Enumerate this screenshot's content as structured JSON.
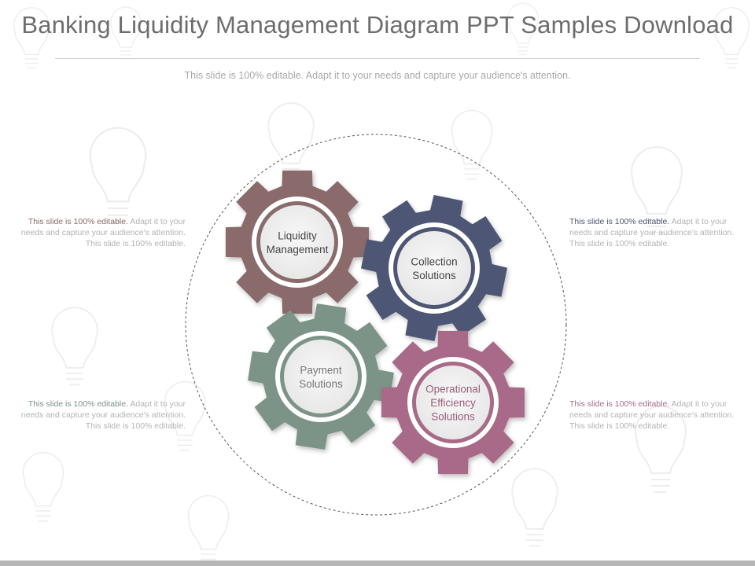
{
  "title": "Banking Liquidity Management Diagram PPT Samples Download",
  "subtitle": "This slide is 100% editable. Adapt it to your needs and capture your audience's attention.",
  "gears": [
    {
      "id": "liquidity-management",
      "lines": [
        "Liquidity",
        "Management"
      ],
      "color": "#8a6b6b",
      "text_color": "#444444"
    },
    {
      "id": "collection-solutions",
      "lines": [
        "Collection",
        "Solutions"
      ],
      "color": "#4e5674",
      "text_color": "#444444"
    },
    {
      "id": "payment-solutions",
      "lines": [
        "Payment",
        "Solutions"
      ],
      "color": "#7c9387",
      "text_color": "#777777"
    },
    {
      "id": "operational-efficiency-solutions",
      "lines": [
        "Operational",
        "Efficiency",
        "Solutions"
      ],
      "color": "#a86a88",
      "text_color": "#9a5c7b"
    }
  ],
  "callouts": [
    {
      "id": "top-left",
      "lead": "This slide is 100% editable.",
      "rest": "Adapt it to your needs and capture your audience's attention. This slide is 100% editable.",
      "accent": "#8a6b6b"
    },
    {
      "id": "top-right",
      "lead": "This slide is 100% editable.",
      "rest": "Adapt it to your needs and capture your audience's attention. This slide is 100% editable.",
      "accent": "#4e5674"
    },
    {
      "id": "bottom-left",
      "lead": "This slide is 100% editable.",
      "rest": "Adapt it to your needs and capture your audience's attention. This slide is 100% editable.",
      "accent": "#7c9387"
    },
    {
      "id": "bottom-right",
      "lead": "This slide is 100% editable.",
      "rest": "Adapt it to your needs and capture your audience's attention. This slide is 100% editable.",
      "accent": "#a86a88"
    }
  ],
  "colors": {
    "title": "#6d6d6d",
    "dashed_circle": "#555555",
    "background_icons": "#f1f1f1"
  },
  "background_icons": "lightbulb-icon"
}
